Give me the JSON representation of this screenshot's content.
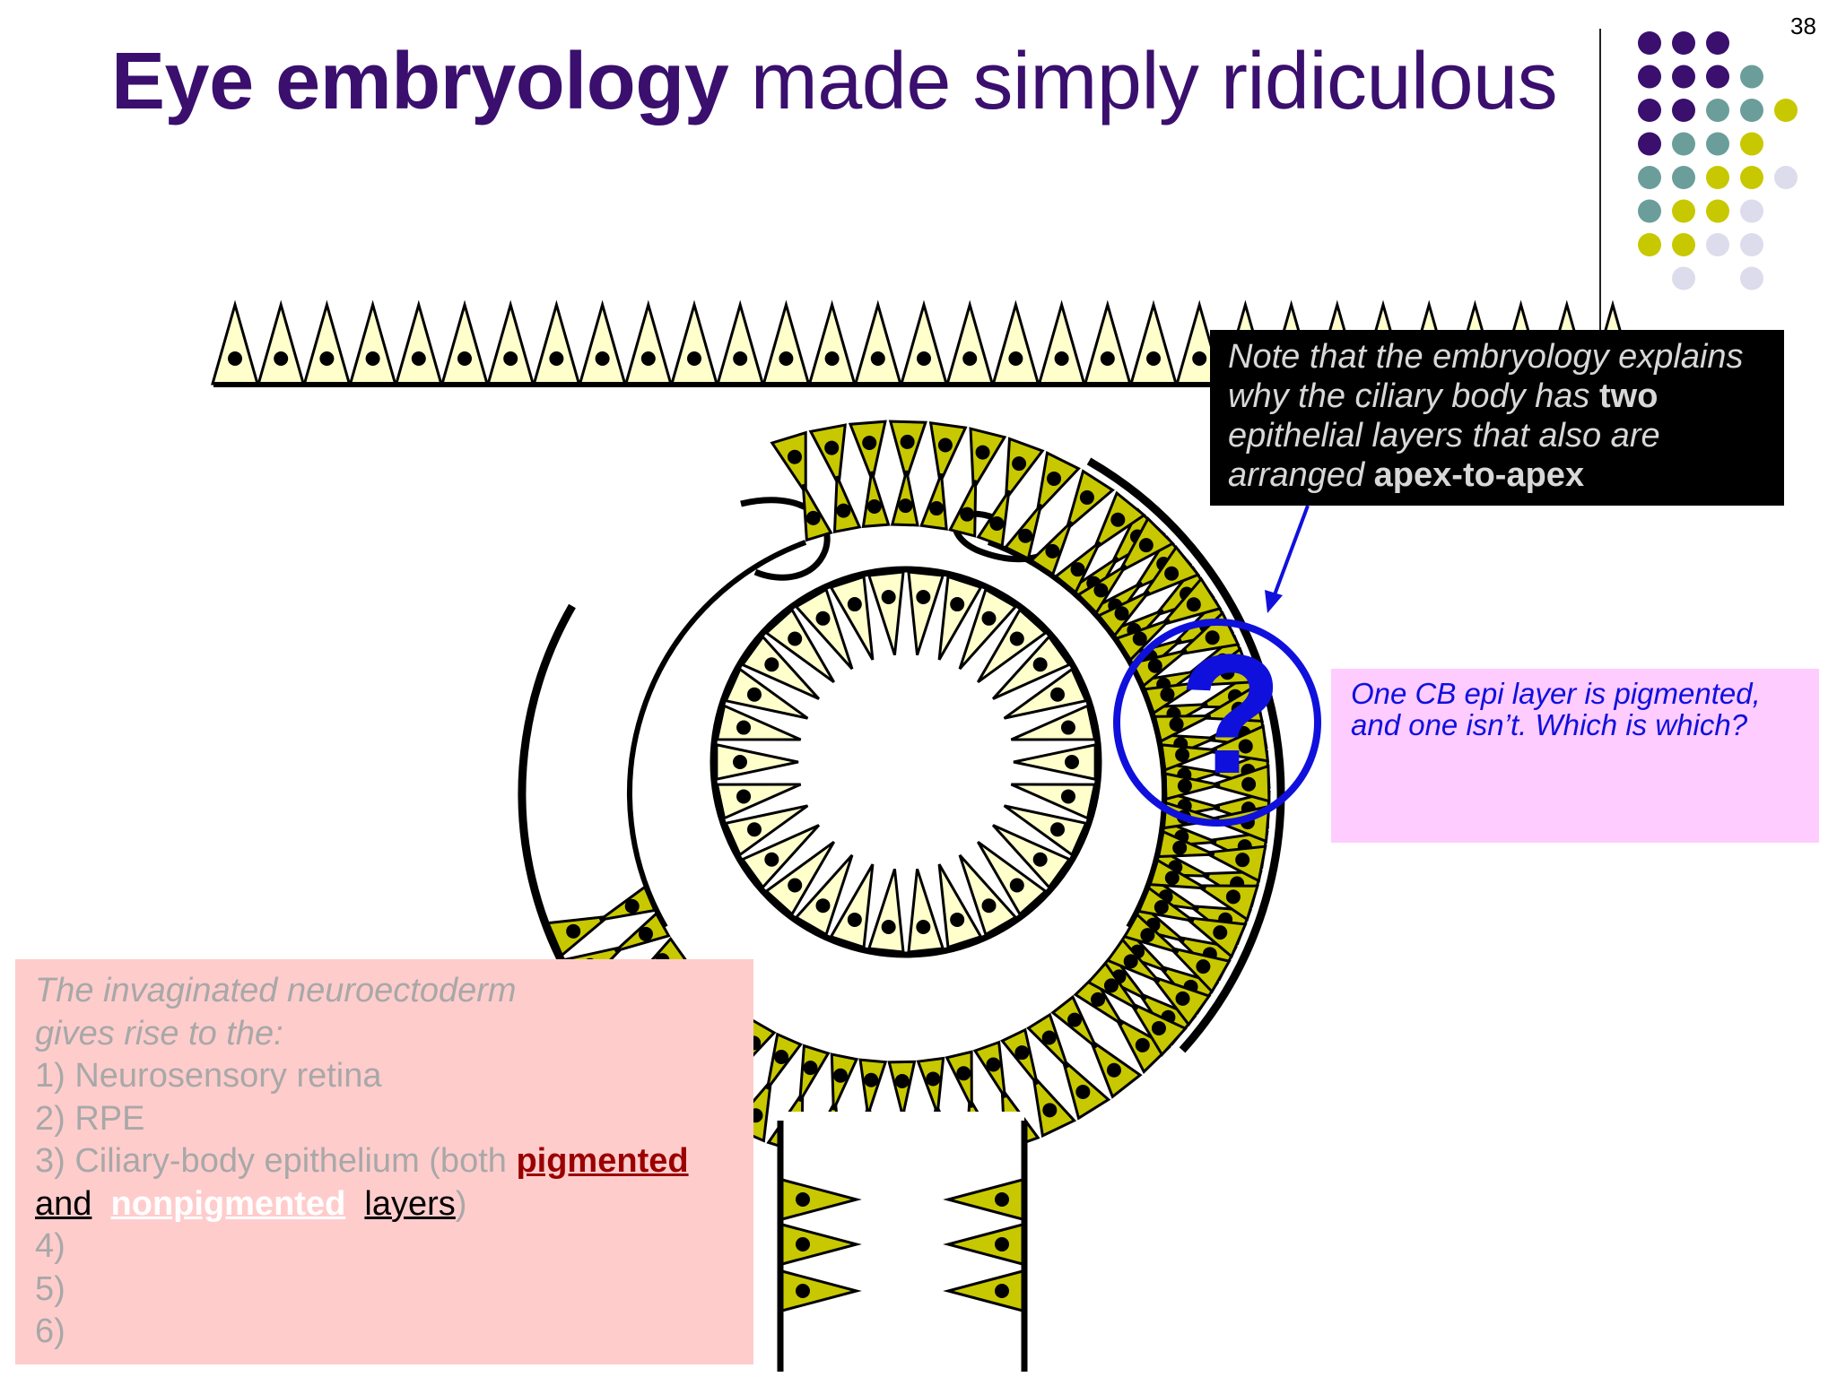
{
  "slide": {
    "title_bold": "Eye embryology",
    "title_rest": "made simply ridiculous",
    "page_number": "38"
  },
  "note": {
    "line1": "Note that the embryology explains",
    "line2a": "why the ciliary body has ",
    "line2b": "two",
    "line3": "epithelial layers that also are",
    "line4a": "arranged ",
    "line4b": "apex-to-apex"
  },
  "question": {
    "line1": "One CB epi layer is pigmented,",
    "line2": "and one isn’t. Which is which?",
    "mark": "?"
  },
  "info": {
    "intro1": "The invaginated neuroectoderm",
    "intro2": "gives rise to the:",
    "item1": "1) Neurosensory retina",
    "item2": "2) RPE",
    "item3a": "3) Ciliary-body epithelium (both ",
    "item3_pigmented": "pigmented",
    "item3_and": "and",
    "item3_nonpigmented": "nonpigmented",
    "item3_layers": "layers",
    "item3_close": ")",
    "item4": "4)",
    "item5": "5)",
    "item6": "6)"
  },
  "colors": {
    "title_purple": "#3a0f6e",
    "dot_purple": "#3a0f6e",
    "dot_teal": "#6b9e9a",
    "dot_olive": "#c8c800",
    "dot_lavender": "#dcdcec",
    "cell_pale": "#ffffcc",
    "cell_olive": "#c8c800",
    "arrow_blue": "#1010dd",
    "note_bg": "#000000",
    "question_bg": "#ffccff",
    "info_bg": "#ffcccc",
    "pigmented_red": "#9a0000"
  }
}
